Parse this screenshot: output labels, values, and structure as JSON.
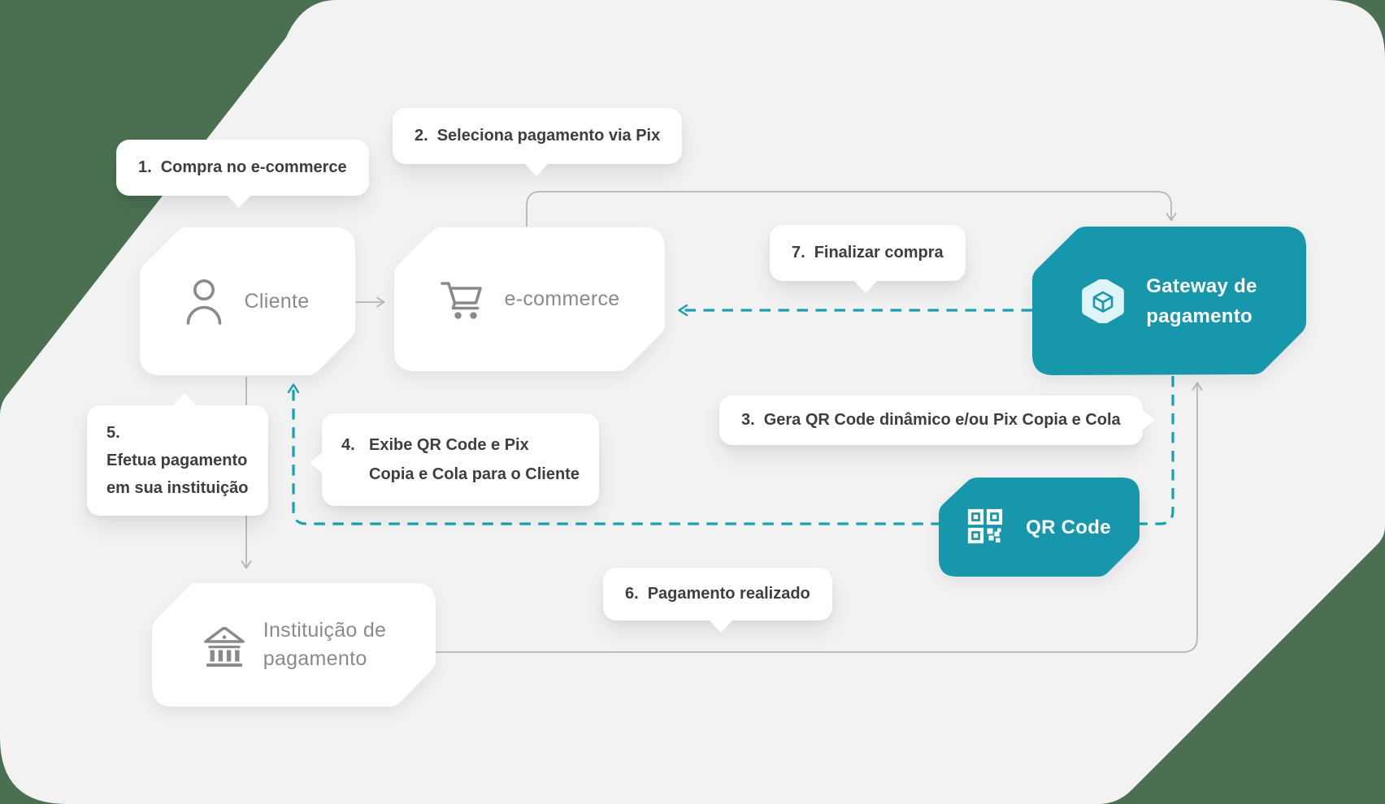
{
  "colors": {
    "background_green": "#4a7051",
    "canvas": "#f2f2f2",
    "node_fill": "#ffffff",
    "accent_teal": "#1697ac",
    "accent_teal_bright": "#14a3b4",
    "gray_line": "#b6b6b6",
    "node_text": "#8a8a8a",
    "callout_text": "#3e3e40",
    "icon_on_teal": "#dff4f7"
  },
  "nodes": {
    "cliente": {
      "label": "Cliente",
      "icon": "person-icon"
    },
    "ecommerce": {
      "label": "e-commerce",
      "icon": "shopping-cart-icon"
    },
    "gateway": {
      "label_line1": "Gateway de",
      "label_line2": "pagamento",
      "icon": "cube-icon"
    },
    "qr_code": {
      "label": "QR Code",
      "icon": "qr-code-icon"
    },
    "instituicao": {
      "label_line1": "Instituição de",
      "label_line2": "pagamento",
      "icon": "bank-icon"
    }
  },
  "callouts": {
    "step1": {
      "number": "1.",
      "text": "Compra no e-commerce"
    },
    "step2": {
      "number": "2.",
      "text": "Seleciona pagamento via Pix"
    },
    "step3": {
      "number": "3.",
      "text": "Gera QR Code dinâmico e/ou Pix Copia e Cola"
    },
    "step4": {
      "number": "4.",
      "line1": "Exibe QR Code e Pix",
      "line2": "Copia e Cola para o Cliente"
    },
    "step5": {
      "number": "5.",
      "line1": "Efetua pagamento",
      "line2": "em sua instituição"
    },
    "step6": {
      "number": "6.",
      "text": "Pagamento realizado"
    },
    "step7": {
      "number": "7.",
      "text": "Finalizar compra"
    }
  }
}
